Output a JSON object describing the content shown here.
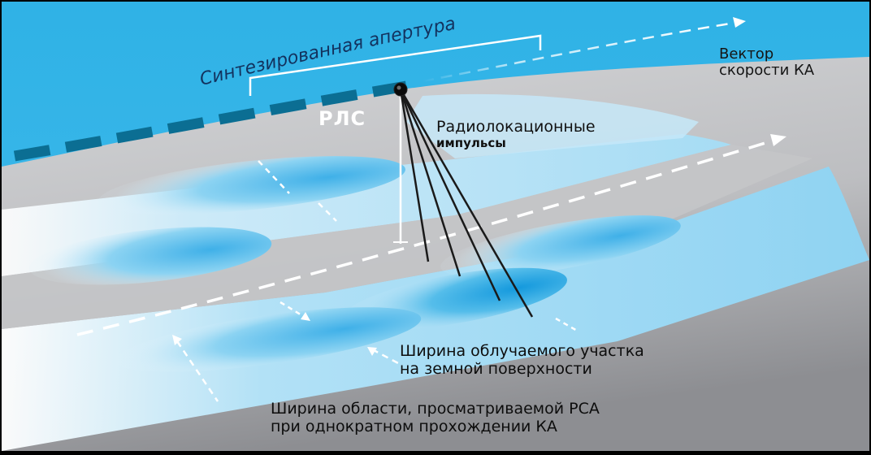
{
  "labels": {
    "synthesized_aperture": "Синтезированная апертура",
    "radar": "РЛС",
    "pulses": [
      "Радиолокационные",
      "импульсы"
    ],
    "velocity": [
      "Вектор",
      "скорости КА"
    ],
    "swath": [
      "Ширина облучаемого участка",
      "на земной поверхности"
    ],
    "area": [
      "Ширина области, просматриваемой РСА",
      "при однократном прохождении КА"
    ]
  },
  "colors": {
    "sky": "#33b4e6",
    "ground": "#bcbdc0",
    "strip_light": "#bfe6f8",
    "strip_mid": "#7ccdf0",
    "strip_dark": "#1f9ee2",
    "flight_path": "#0b6e93",
    "text_dark": "#111111",
    "text_light": "#ffffff"
  }
}
